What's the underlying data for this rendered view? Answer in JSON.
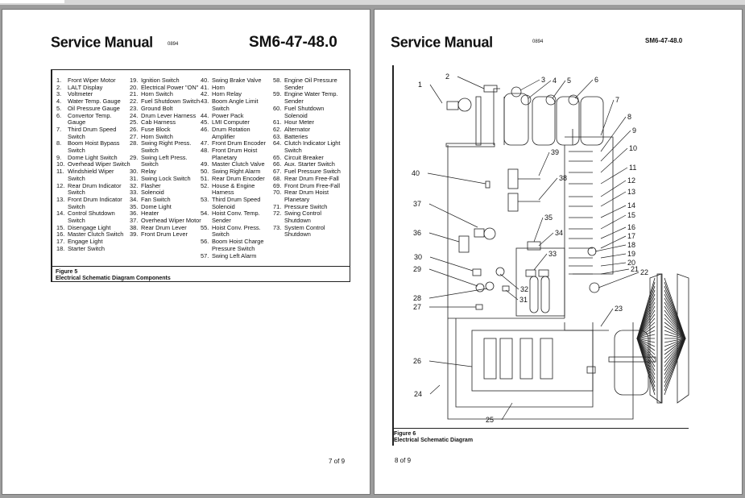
{
  "header": {
    "title": "Service Manual",
    "date_code": "0894",
    "doc_number": "SM6-47-48.0"
  },
  "page1": {
    "columns": [
      [
        {
          "n": "1.",
          "t": "Front Wiper Motor"
        },
        {
          "n": "2.",
          "t": "LALT Display"
        },
        {
          "n": "3.",
          "t": "Voltmeter"
        },
        {
          "n": "4.",
          "t": "Water Temp. Gauge"
        },
        {
          "n": "5.",
          "t": "Oil Pressure Gauge"
        },
        {
          "n": "6.",
          "t": "Convertor Temp. Gauge"
        },
        {
          "n": "7.",
          "t": "Third Drum Speed Switch"
        },
        {
          "n": "8.",
          "t": "Boom Hoist Bypass Switch"
        },
        {
          "n": "9.",
          "t": "Dome Light Switch"
        },
        {
          "n": "10.",
          "t": "Overhead Wiper Switch"
        },
        {
          "n": "11.",
          "t": "Windshield Wiper Switch"
        },
        {
          "n": "12.",
          "t": "Rear Drum Indicator Switch"
        },
        {
          "n": "13.",
          "t": "Front Drum Indicator Switch"
        },
        {
          "n": "14.",
          "t": "Control Shutdown Switch"
        },
        {
          "n": "15.",
          "t": "Disengage Light"
        },
        {
          "n": "16.",
          "t": "Master Clutch Switch"
        },
        {
          "n": "17.",
          "t": "Engage Light"
        },
        {
          "n": "18.",
          "t": "Starter Switch"
        }
      ],
      [
        {
          "n": "19.",
          "t": "Ignition Switch"
        },
        {
          "n": "20.",
          "t": "Electrical Power \"ON\""
        },
        {
          "n": "21.",
          "t": "Horn Switch"
        },
        {
          "n": "22.",
          "t": "Fuel Shutdown Switch"
        },
        {
          "n": "23.",
          "t": "Ground Bolt"
        },
        {
          "n": "24.",
          "t": "Drum Lever Harness"
        },
        {
          "n": "25.",
          "t": "Cab Harness"
        },
        {
          "n": "26.",
          "t": "Fuse Block"
        },
        {
          "n": "27.",
          "t": "Horn Switch"
        },
        {
          "n": "28.",
          "t": "Swing Right Press. Switch"
        },
        {
          "n": "29.",
          "t": "Swing Left Press. Switch"
        },
        {
          "n": "30.",
          "t": "Relay"
        },
        {
          "n": "31.",
          "t": "Swing Lock Switch"
        },
        {
          "n": "32.",
          "t": "Flasher"
        },
        {
          "n": "33.",
          "t": "Solenoid"
        },
        {
          "n": "34.",
          "t": "Fan Switch"
        },
        {
          "n": "35.",
          "t": "Dome Light"
        },
        {
          "n": "36.",
          "t": "Heater"
        },
        {
          "n": "37.",
          "t": "Overhead Wiper Motor"
        },
        {
          "n": "38.",
          "t": "Rear Drum Lever"
        },
        {
          "n": "39.",
          "t": "Front Drum Lever"
        }
      ],
      [
        {
          "n": "40.",
          "t": "Swing Brake Valve"
        },
        {
          "n": "41.",
          "t": "Horn"
        },
        {
          "n": "42.",
          "t": "Horn Relay"
        },
        {
          "n": "43.",
          "t": "Boom Angle Limit Switch"
        },
        {
          "n": "44.",
          "t": "Power Pack"
        },
        {
          "n": "45.",
          "t": "LMI Computer"
        },
        {
          "n": "46.",
          "t": "Drum Rotation Amplifier"
        },
        {
          "n": "47.",
          "t": "Front Drum Encoder"
        },
        {
          "n": "48.",
          "t": "Front Drum Hoist Planetary"
        },
        {
          "n": "49.",
          "t": "Master Clutch Valve"
        },
        {
          "n": "50.",
          "t": "Swing Right Alarm"
        },
        {
          "n": "51.",
          "t": "Rear Drum Encoder"
        },
        {
          "n": "52.",
          "t": "House & Engine Harness"
        },
        {
          "n": "53.",
          "t": "Third Drum Speed Solenoid"
        },
        {
          "n": "54.",
          "t": "Hoist Conv. Temp. Sender"
        },
        {
          "n": "55.",
          "t": "Hoist Conv. Press. Switch"
        },
        {
          "n": "56.",
          "t": "Boom Hoist Charge Pressure Switch"
        },
        {
          "n": "57.",
          "t": "Swing Left Alarm"
        }
      ],
      [
        {
          "n": "58.",
          "t": "Engine Oil Pressure Sender"
        },
        {
          "n": "59.",
          "t": "Engine Water Temp. Sender"
        },
        {
          "n": "60.",
          "t": "Fuel Shutdown Solenoid"
        },
        {
          "n": "61.",
          "t": "Hour Meter"
        },
        {
          "n": "62.",
          "t": "Alternator"
        },
        {
          "n": "63.",
          "t": "Batteries"
        },
        {
          "n": "64.",
          "t": "Clutch Indicator Light Switch"
        },
        {
          "n": "65.",
          "t": "Circuit Breaker"
        },
        {
          "n": "66.",
          "t": "Aux. Starter Switch"
        },
        {
          "n": "67.",
          "t": "Fuel Pressure Switch"
        },
        {
          "n": "68.",
          "t": "Rear Drum Free-Fall"
        },
        {
          "n": "69.",
          "t": "Front Drum Free-Fall"
        },
        {
          "n": "70.",
          "t": "Rear Drum Hoist Planetary"
        },
        {
          "n": "71.",
          "t": "Pressure Switch"
        },
        {
          "n": "72.",
          "t": "Swing Control Shutdown"
        },
        {
          "n": "73.",
          "t": "System Control Shutdown"
        }
      ]
    ],
    "figure_label": "Figure 5",
    "figure_caption": "Electrical Schematic Diagram Components",
    "page_number": "7 of 9"
  },
  "page2": {
    "callouts": [
      "1",
      "2",
      "3",
      "4",
      "5",
      "6",
      "7",
      "8",
      "9",
      "10",
      "11",
      "12",
      "13",
      "14",
      "15",
      "16",
      "17",
      "18",
      "19",
      "20",
      "21",
      "22",
      "23",
      "24",
      "25",
      "26",
      "27",
      "28",
      "29",
      "30",
      "31",
      "32",
      "33",
      "34",
      "35",
      "36",
      "37",
      "38",
      "39",
      "40"
    ],
    "figure_label": "Figure 6",
    "figure_caption": "Electrical Schematic Diagram",
    "page_number": "8 of 9"
  }
}
